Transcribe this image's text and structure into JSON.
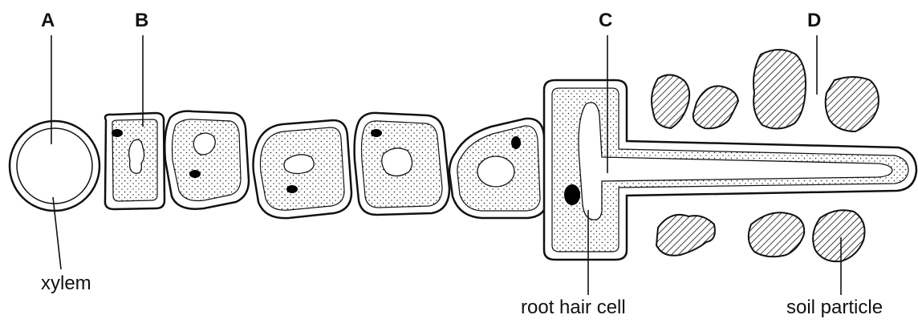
{
  "labels": {
    "a": "A",
    "b": "B",
    "c": "C",
    "d": "D",
    "xylem": "xylem",
    "root_hair_cell": "root hair cell",
    "soil_particle": "soil particle"
  },
  "colors": {
    "ink": "#111111",
    "background": "#ffffff",
    "stipple": "#222222",
    "nucleus": "#000000"
  }
}
